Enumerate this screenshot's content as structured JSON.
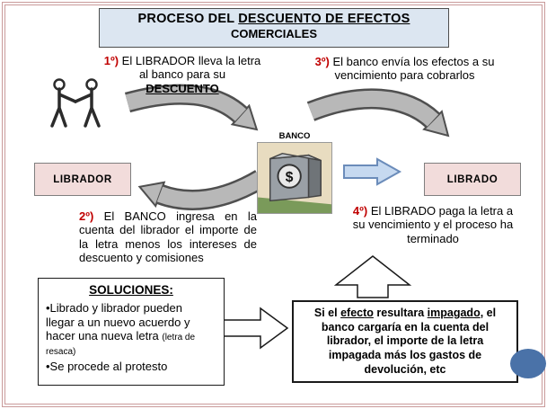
{
  "colors": {
    "slide_border": "#c99a9a",
    "title_bg": "#dce6f1",
    "entity_bg": "#f2dcdb",
    "step_number_red": "#c00000",
    "arrow_gray_fill": "#b8b8b8",
    "arrow_gray_edge": "#4f4f4f",
    "arrow_blue_fill": "#c6d9f0",
    "arrow_blue_edge": "#6b8cba",
    "circle_blue": "#4a72a8"
  },
  "title": {
    "prefix": "PROCESO DEL ",
    "underlined": "DESCUENTO DE EFECTOS",
    "line2": "COMERCIALES"
  },
  "steps": {
    "s1": {
      "num": "1º)",
      "text": " El LIBRADOR lleva la letra al banco para su ",
      "keyword": "DESCUENTO"
    },
    "s2": {
      "num": "2º)",
      "text": " El BANCO ingresa en la cuenta del librador el importe de la letra menos los intereses de descuento y comisiones"
    },
    "s3": {
      "num": "3º)",
      "text": " El banco envía los efectos a su vencimiento para cobrarlos"
    },
    "s4": {
      "num": "4º)",
      "text": " El LIBRADO paga la letra a su vencimiento y el proceso ha terminado"
    }
  },
  "entities": {
    "librador": "LIBRADOR",
    "banco": "BANCO",
    "banco_dollar": "$",
    "librado": "LIBRADO"
  },
  "soluciones": {
    "title": "SOLUCIONES:",
    "item1": "•Librado y librador pueden llegar a un nuevo acuerdo y hacer una nueva letra ",
    "item1_note": "(letra de resaca)",
    "item2": "•Se procede al protesto"
  },
  "impago": {
    "p1": "Si el ",
    "u1": "efecto",
    "p2": " resultara ",
    "u2": "impagado",
    "p3": ", el banco cargaría en la cuenta del librador, el importe de la letra impagada más los gastos de devolución, etc"
  }
}
